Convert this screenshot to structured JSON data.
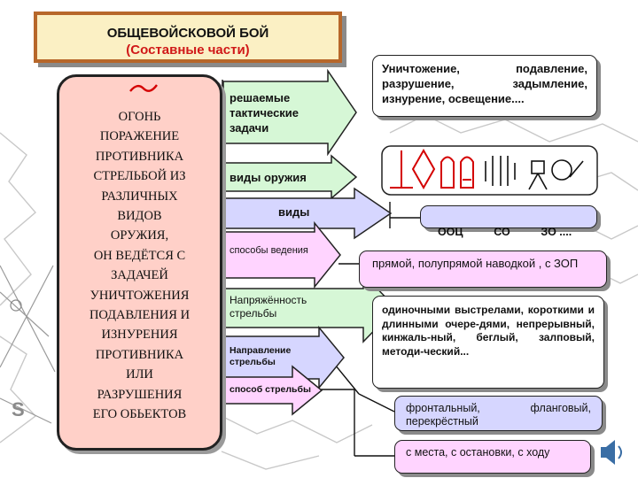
{
  "title": {
    "line1": "ОБЩЕВОЙСКОВОЙ  БОЙ",
    "line2": "(Составные части)"
  },
  "definition": {
    "lines": [
      "ОГОНЬ",
      "ПОРАЖЕНИЕ",
      "ПРОТИВНИКА",
      "СТРЕЛЬБОЙ ИЗ",
      "РАЗЛИЧНЫХ",
      "ВИДОВ",
      "ОРУЖИЯ,",
      "ОН ВЕДЁТСЯ С",
      "ЗАДАЧЕЙ",
      "УНИЧТОЖЕНИЯ",
      "ПОДАВЛЕНИЯ И",
      "ИЗНУРЕНИЯ",
      "ПРОТИВНИКА",
      "ИЛИ",
      "РАЗРУШЕНИЯ",
      "ЕГО ОБЬЕКТОВ"
    ]
  },
  "arrows": {
    "tasks": "решаемые тактические задачи",
    "weapons": "виды оружия",
    "types": "виды",
    "methods": "способы ведения",
    "intensity": "Напряжённость стрельбы",
    "direction": "Направление стрельбы",
    "shooting_way": "способ стрельбы"
  },
  "info": {
    "tasks": "Уничтожение, подавление, разрушение, задымление, изнурение, освещение....",
    "types": "ООЦ          СО          ЗО ....",
    "methods": "прямой, полупрямой наводкой , с ЗОП",
    "intensity": "одиночными выстрелами, короткими и длинными очере-дями, непрерывный, кинжаль-ный, беглый, залповый, методи-ческий...",
    "direction": "фронтальный, фланговый, перекрёстный",
    "shooting_way": "с места, с остановки, с ходу"
  },
  "icons": [
    "grenade-launcher-icon",
    "shell-icon",
    "pistol-icon",
    "mine-icon",
    "rifle-icon",
    "machine-gun-icon",
    "cannon-icon",
    "sight-icon"
  ],
  "colors": {
    "title_border": "#b7672a",
    "title_fill": "#fbf0c4",
    "title_accent": "#d01818",
    "definition_fill": "#ffd0c8",
    "arrow_green": "#d6f7d6",
    "arrow_pink": "#ffd4ff",
    "arrow_lavender": "#d6d6ff",
    "info_white": "#ffffff",
    "info_lavender": "#d6d6ff",
    "icons_red": "#d40000"
  }
}
